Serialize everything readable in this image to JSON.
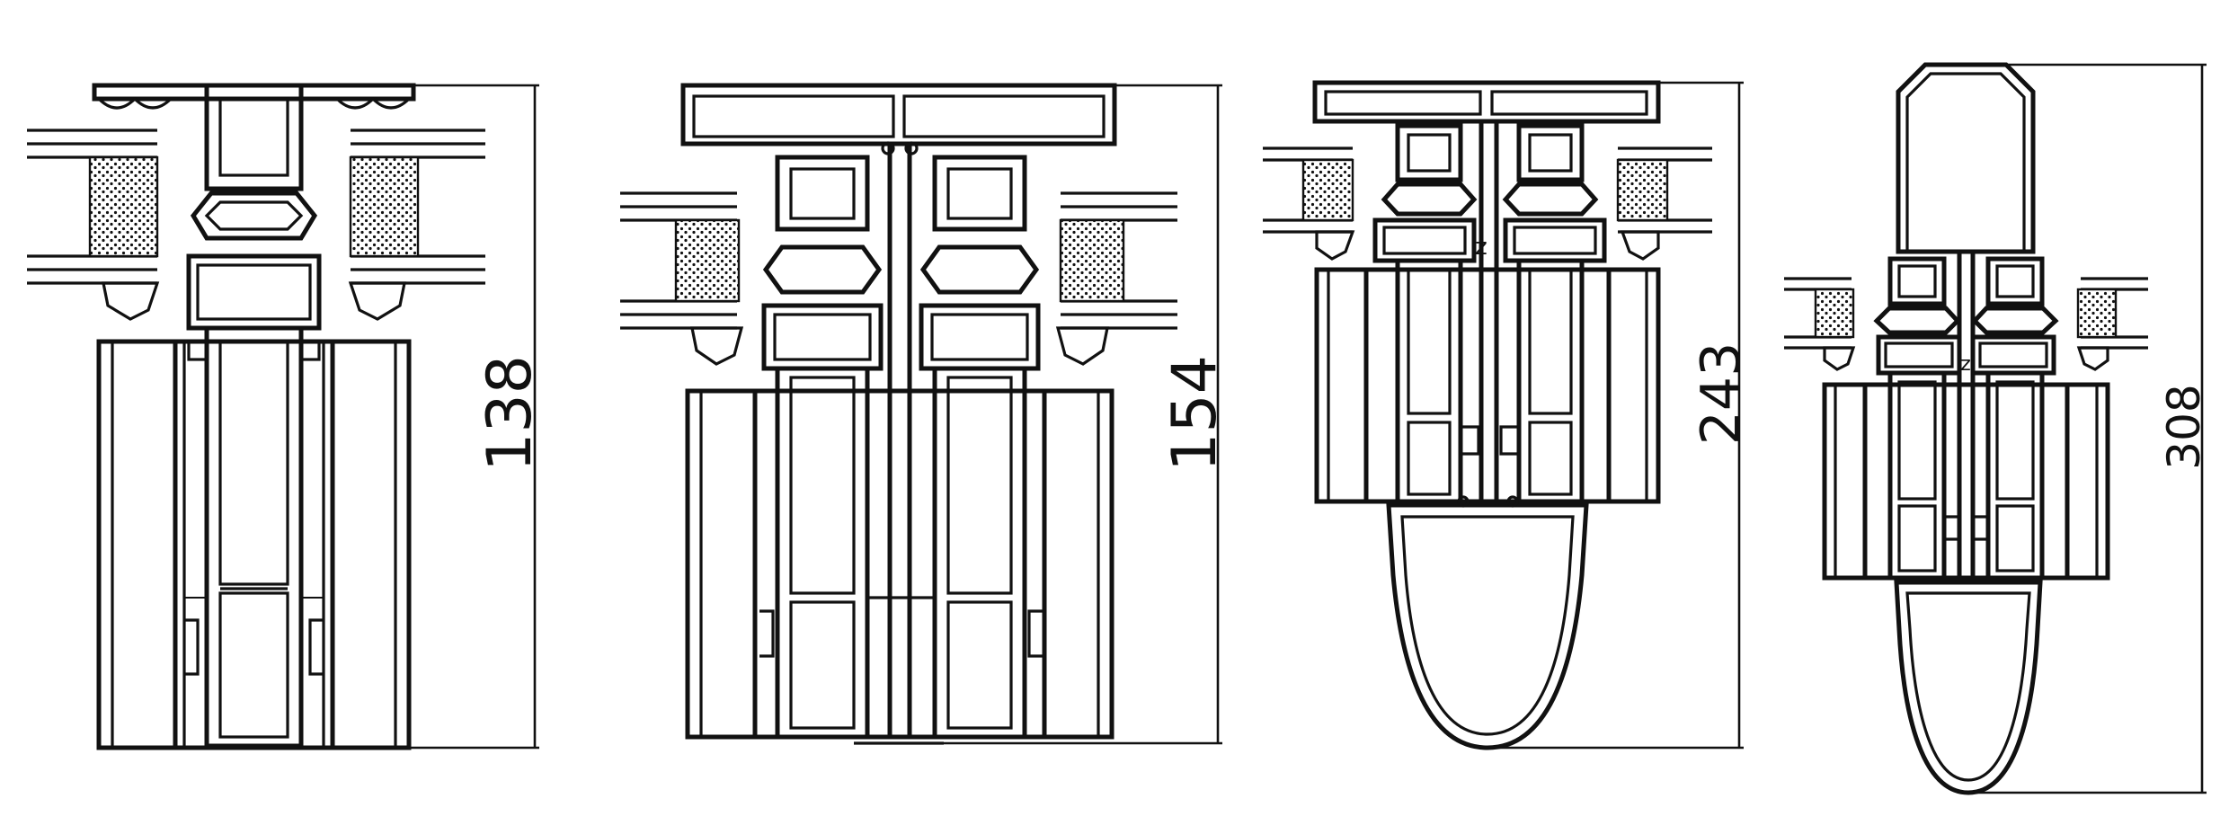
{
  "profiles": [
    {
      "id": "p1",
      "dimension_label": "138"
    },
    {
      "id": "p2",
      "dimension_label": "154"
    },
    {
      "id": "p3",
      "dimension_label": "243"
    },
    {
      "id": "p4",
      "dimension_label": "308"
    }
  ],
  "marks": {
    "z_label": "z"
  }
}
